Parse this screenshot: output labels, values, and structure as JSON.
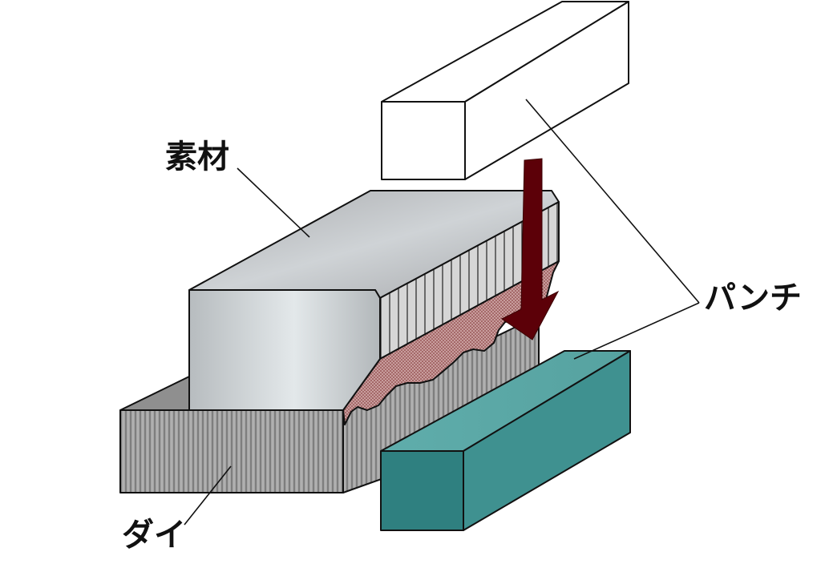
{
  "labels": {
    "material": "素材",
    "punch": "パンチ",
    "die": "ダイ"
  },
  "colors": {
    "punch_top_fill": "#ffffff",
    "punch_bottom_top": "#5aa8a6",
    "punch_bottom_front": "#2f8080",
    "punch_bottom_side": "#3f9190",
    "material_top": "#b9bbbe",
    "material_front": "#d4dadd",
    "die_gray": "#9a9a9a",
    "burr_fill": "#b58a8a",
    "arrow": "#5c0008",
    "line": "#111111"
  },
  "icons": {
    "arrow": "down-arrow-icon"
  }
}
